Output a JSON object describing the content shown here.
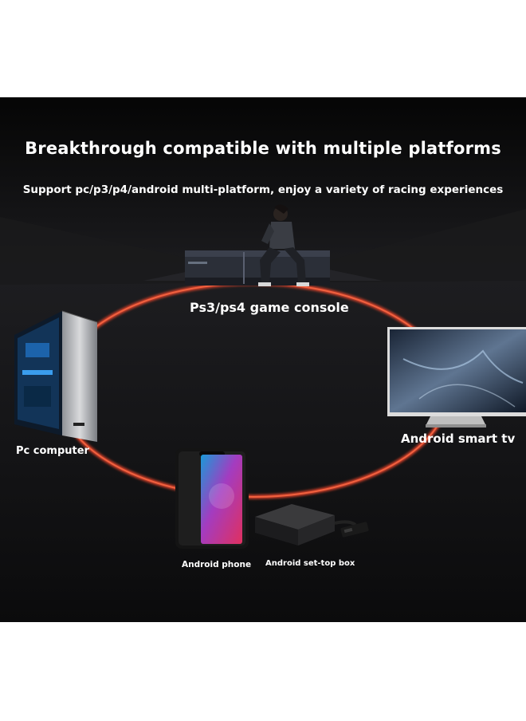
{
  "headline": "Breakthrough compatible with multiple platforms",
  "subline": "Support pc/p3/p4/android multi-platform, enjoy a variety of racing experiences",
  "devices": {
    "console": "Ps3/ps4 game console",
    "pc": "Pc computer",
    "tv": "Android smart tv",
    "phone": "Android phone",
    "settop": "Android set-top box"
  },
  "colors": {
    "background": "#0d0d0f",
    "ring": "#e0432a",
    "text": "#ffffff"
  },
  "icons": [
    "game-console-icon",
    "pc-tower-icon",
    "smart-tv-icon",
    "smartphone-icon",
    "set-top-box-icon",
    "person-sitting-figure"
  ]
}
